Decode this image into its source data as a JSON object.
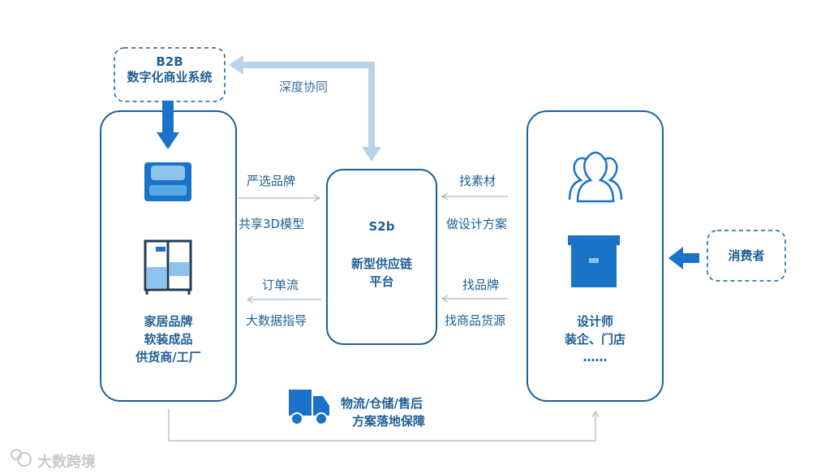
{
  "b2b_box": {
    "line1": "B2B",
    "line2": "数字化商业系统"
  },
  "top_link_label": "深度协同",
  "left_panel": {
    "line1": "家居品牌",
    "line2": "软装成品",
    "line3": "供货商/工厂"
  },
  "center_panel": {
    "title": "S2b",
    "line1": "新型供应链",
    "line2": "平台"
  },
  "right_panel": {
    "line1": "设计师",
    "line2": "装企、门店",
    "line3": "……"
  },
  "consumer_box": {
    "label": "消费者"
  },
  "left_arrow_labels": {
    "a": "严选品牌",
    "b": "共享3D模型",
    "c": "订单流",
    "d": "大数据指导"
  },
  "right_arrow_labels": {
    "a": "找素材",
    "b": "做设计方案",
    "c": "找品牌",
    "d": "找商品货源"
  },
  "logistics": {
    "line1": "物流/仓储/售后",
    "line2": "方案落地保障"
  },
  "watermark": {
    "text": "大数跨境"
  },
  "colors": {
    "primary": "#1f5f95",
    "accent": "#1a73c8",
    "light": "#b9d3ea"
  },
  "icons": [
    "sofa-icon",
    "cabinet-icon",
    "people-icon",
    "box-icon",
    "truck-icon",
    "arrow-left-icon",
    "arrow-down-icon"
  ]
}
